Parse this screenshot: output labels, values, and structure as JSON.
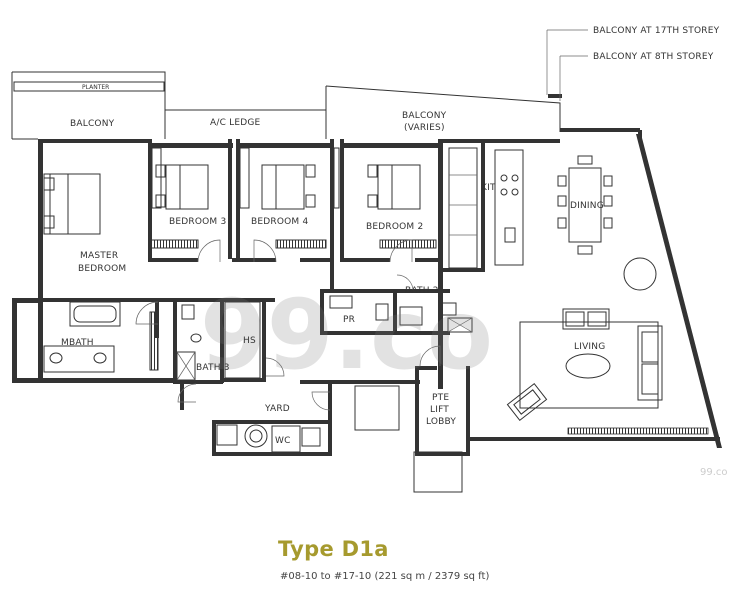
{
  "plan": {
    "labels": {
      "planter": "PLANTER",
      "balcony_left": "BALCONY",
      "ac_ledge": "A/C LEDGE",
      "balcony_varies_1": "BALCONY",
      "balcony_varies_2": "(VARIES)",
      "balcony_17": "BALCONY AT 17TH STOREY",
      "balcony_8": "BALCONY AT 8TH STOREY",
      "kit": "KIT",
      "dining": "DINING",
      "bedroom3": "BEDROOM 3",
      "bedroom4": "BEDROOM 4",
      "bedroom2": "BEDROOM 2",
      "master_1": "MASTER",
      "master_2": "BEDROOM",
      "bath2": "BATH 2",
      "pr": "PR",
      "mbath": "MBATH",
      "bath3": "BATH 3",
      "hs": "HS",
      "living": "LIVING",
      "yard": "YARD",
      "wc": "WC",
      "lobby_1": "PTE",
      "lobby_2": "LIFT",
      "lobby_3": "LOBBY"
    },
    "watermark": "99.co",
    "watermark_small": "99.co"
  },
  "caption": {
    "unit_type": "Type D1a",
    "unit_range": "#08-10 to #17-10 (221 sq m / 2379 sq ft)"
  }
}
